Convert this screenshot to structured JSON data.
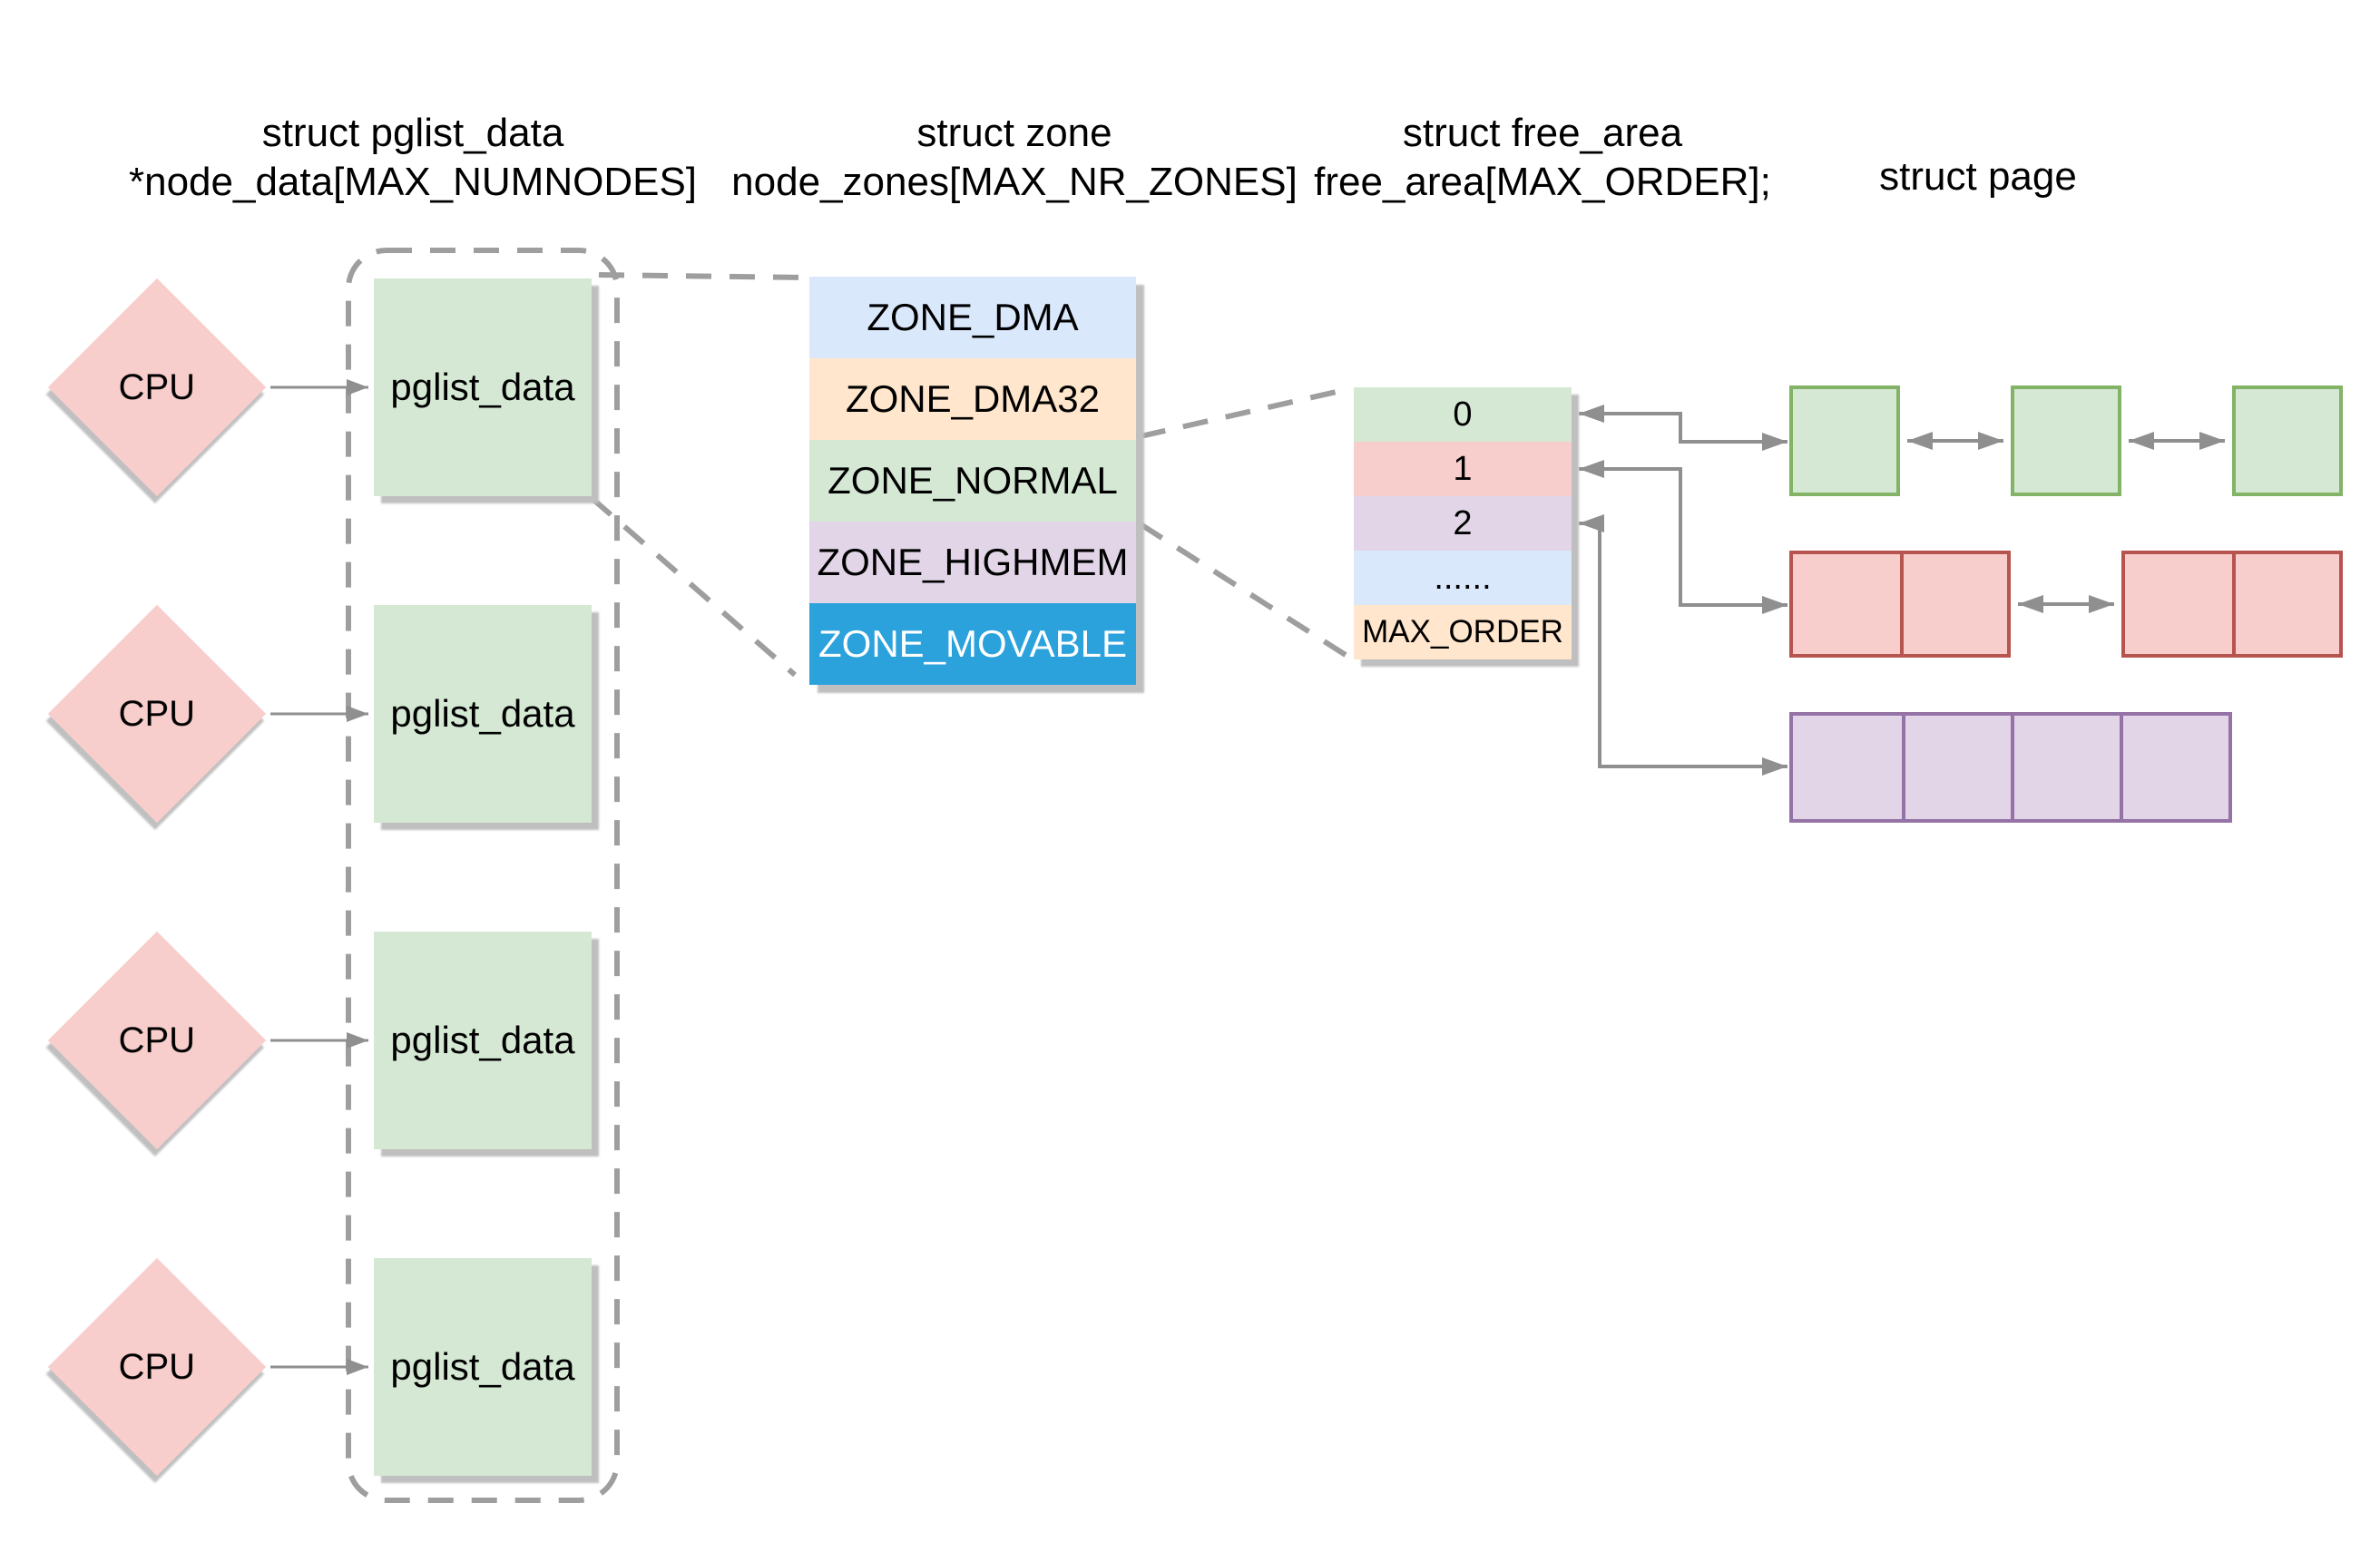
{
  "headers": {
    "pglist": {
      "line1": "struct pglist_data",
      "line2": "*node_data[MAX_NUMNODES]"
    },
    "zone": {
      "line1": "struct zone",
      "line2": "node_zones[MAX_NR_ZONES]"
    },
    "free_area": {
      "line1": "struct free_area",
      "line2": "free_area[MAX_ORDER];"
    },
    "page": {
      "line1": "struct page"
    }
  },
  "left_column": {
    "cpu_fill": "#f8cecc",
    "box_fill": "#d5e8d4",
    "nodes": [
      {
        "cpu_label": "CPU",
        "box_label": "pglist_data"
      },
      {
        "cpu_label": "CPU",
        "box_label": "pglist_data"
      },
      {
        "cpu_label": "CPU",
        "box_label": "pglist_data"
      },
      {
        "cpu_label": "CPU",
        "box_label": "pglist_data"
      }
    ]
  },
  "zone_stack": {
    "rows": [
      {
        "label": "ZONE_DMA",
        "bg": "#dae8fc",
        "fg": "#000000"
      },
      {
        "label": "ZONE_DMA32",
        "bg": "#ffe6cc",
        "fg": "#000000"
      },
      {
        "label": "ZONE_NORMAL",
        "bg": "#d5e8d4",
        "fg": "#000000"
      },
      {
        "label": "ZONE_HIGHMEM",
        "bg": "#e1d5e7",
        "fg": "#000000"
      },
      {
        "label": "ZONE_MOVABLE",
        "bg": "#2ba2dc",
        "fg": "#ffffff"
      }
    ]
  },
  "free_area_table": {
    "rows": [
      {
        "label": "0",
        "bg": "#d5e8d4"
      },
      {
        "label": "1",
        "bg": "#f8cecc"
      },
      {
        "label": "2",
        "bg": "#e1d5e7"
      },
      {
        "label": "......",
        "bg": "#dae8fc"
      },
      {
        "label": "MAX_ORDER",
        "bg": "#ffe6cc"
      }
    ]
  },
  "page_lists": {
    "order0": {
      "fill": "#d5e8d4",
      "border": "#82b366",
      "blocks": 3,
      "pages_per_block": 1
    },
    "order1": {
      "fill": "#f8cecc",
      "border": "#b85450",
      "blocks": 2,
      "pages_per_block": 2
    },
    "order2": {
      "fill": "#e1d5e7",
      "border": "#9673a6",
      "blocks": 1,
      "pages_per_block": 4
    }
  },
  "connectors": {
    "line_color": "#8f8f8f",
    "dash_color": "#9e9e9e",
    "shadow_color": "#bfbfbf"
  }
}
